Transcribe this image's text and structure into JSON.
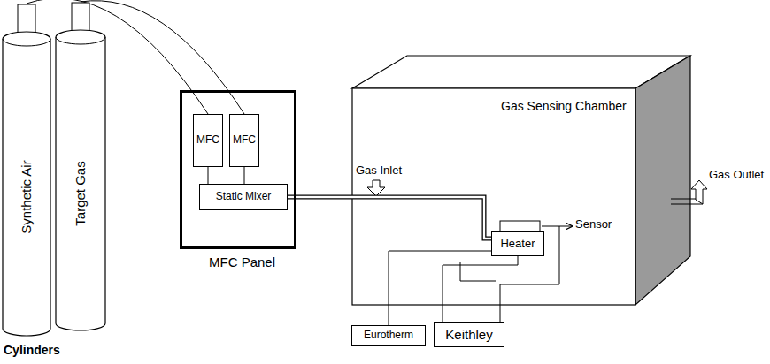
{
  "diagram": {
    "nodes": [
      {
        "text": [
          "Synthetic Air"
        ]
      },
      {
        "text": [
          "Target Gas"
        ]
      },
      {
        "text": [
          "MFC Panel"
        ]
      },
      {
        "text": [
          "MFC"
        ],
        "in": 2
      },
      {
        "text": [
          "MFC"
        ],
        "in": 2
      },
      {
        "text": [
          "Static Mixer"
        ],
        "in": 2
      },
      {
        "text": [
          "Gas Sensing Chamber"
        ]
      },
      {
        "text": [
          "Heater"
        ],
        "in": 6
      },
      {
        "text": [
          "Eurotherm"
        ]
      },
      {
        "text": [
          "Keithley"
        ]
      }
    ],
    "edges": [
      {
        "from": 0,
        "to": 3,
        "arrow": "none"
      },
      {
        "from": 1,
        "to": 4,
        "arrow": "none"
      },
      {
        "from": 3,
        "to": 5,
        "arrow": "none"
      },
      {
        "from": 4,
        "to": 5,
        "arrow": "none"
      },
      {
        "from": 5,
        "to": 7,
        "arrow": "none"
      },
      {
        "from": 8,
        "to": 7,
        "arrow": "none"
      },
      {
        "from": 9,
        "to": 7,
        "arrow": "none"
      }
    ],
    "labels": [
      "Cylinders",
      "Gas Inlet",
      "Gas Outlet",
      "Sensor"
    ]
  }
}
